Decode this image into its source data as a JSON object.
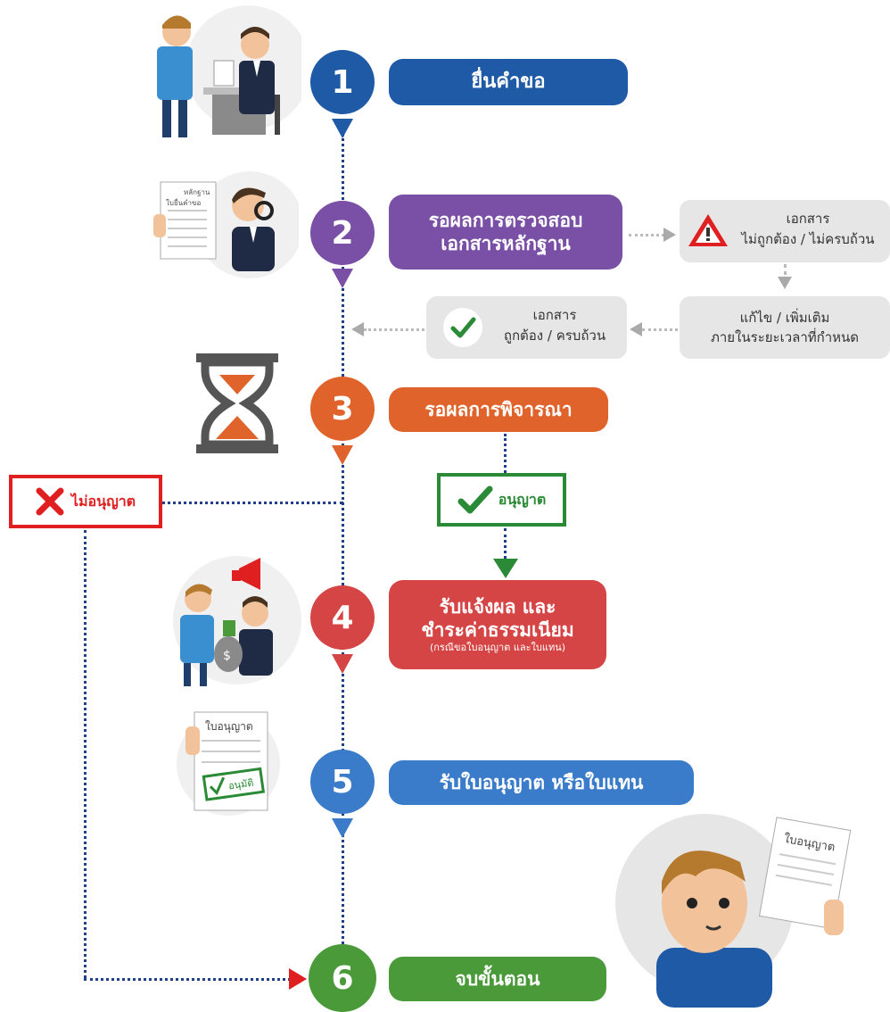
{
  "steps": [
    {
      "number": "1",
      "label": "ยื่นคำขอ",
      "color": "#1f5aa6"
    },
    {
      "number": "2",
      "label_line1": "รอผลการตรวจสอบ",
      "label_line2": "เอกสารหลักฐาน",
      "color": "#7a4fa6"
    },
    {
      "number": "3",
      "label": "รอผลการพิจารณา",
      "color": "#e0632b"
    },
    {
      "number": "4",
      "label_line1": "รับแจ้งผล และ",
      "label_line2": "ชำระค่าธรรมเนียม",
      "note": "(กรณีขอใบอนุญาต และใบแทน)",
      "color": "#d64545"
    },
    {
      "number": "5",
      "label": "รับใบอนุญาต หรือใบแทน",
      "color": "#3a7cc9"
    },
    {
      "number": "6",
      "label": "จบขั้นตอน",
      "color": "#4a9a3a"
    }
  ],
  "branch": {
    "invalid_doc_line1": "เอกสาร",
    "invalid_doc_line2": "ไม่ถูกต้อง / ไม่ครบถ้วน",
    "fix_line1": "แก้ไข / เพิ่มเติม",
    "fix_line2": "ภายในระยะเวลาที่กำหนด",
    "valid_doc_line1": "เอกสาร",
    "valid_doc_line2": "ถูกต้อง / ครบถ้วน",
    "approved": "อนุญาต",
    "rejected": "ไม่อนุญาต"
  },
  "illustrations": {
    "doc_label": "ใบอนุญาต",
    "stamp_label": "อนุมัติ",
    "evidence_label": "หลักฐาน",
    "request_label": "ใบยื่นคำขอ"
  },
  "colors": {
    "connector": "#1f3f8a",
    "reject": "#e02020",
    "approve": "#2a8a35",
    "warning": "#e02020"
  }
}
